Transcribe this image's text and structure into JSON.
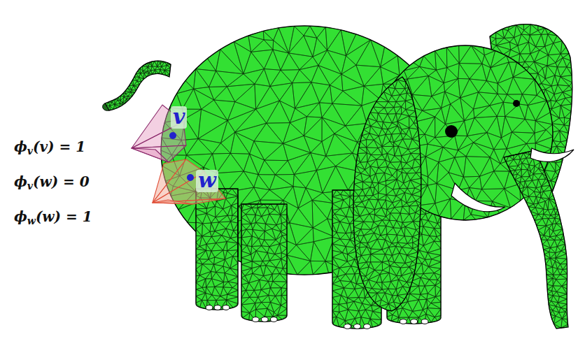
{
  "diagram": {
    "labels": [
      "v",
      "ϕv(v) = 1",
      "w",
      "ϕv(w) = 0",
      "ϕw(w) = 1"
    ]
  }
}
